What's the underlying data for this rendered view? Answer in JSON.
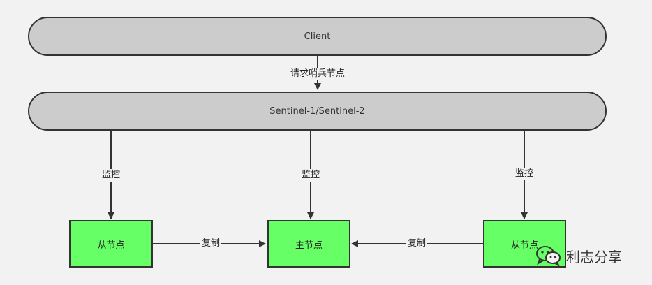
{
  "client": {
    "label": "Client"
  },
  "sentinel": {
    "label": "Sentinel-1/Sentinel-2"
  },
  "nodes": {
    "left_slave": "从节点",
    "master": "主节点",
    "right_slave": "从节点"
  },
  "edges": {
    "request": "请求哨兵节点",
    "monitor_left": "监控",
    "monitor_master": "监控",
    "monitor_right": "监控",
    "replicate_left": "复制",
    "replicate_right": "复制"
  },
  "watermark": {
    "text": "利志分享",
    "icon": "wechat-icon"
  }
}
